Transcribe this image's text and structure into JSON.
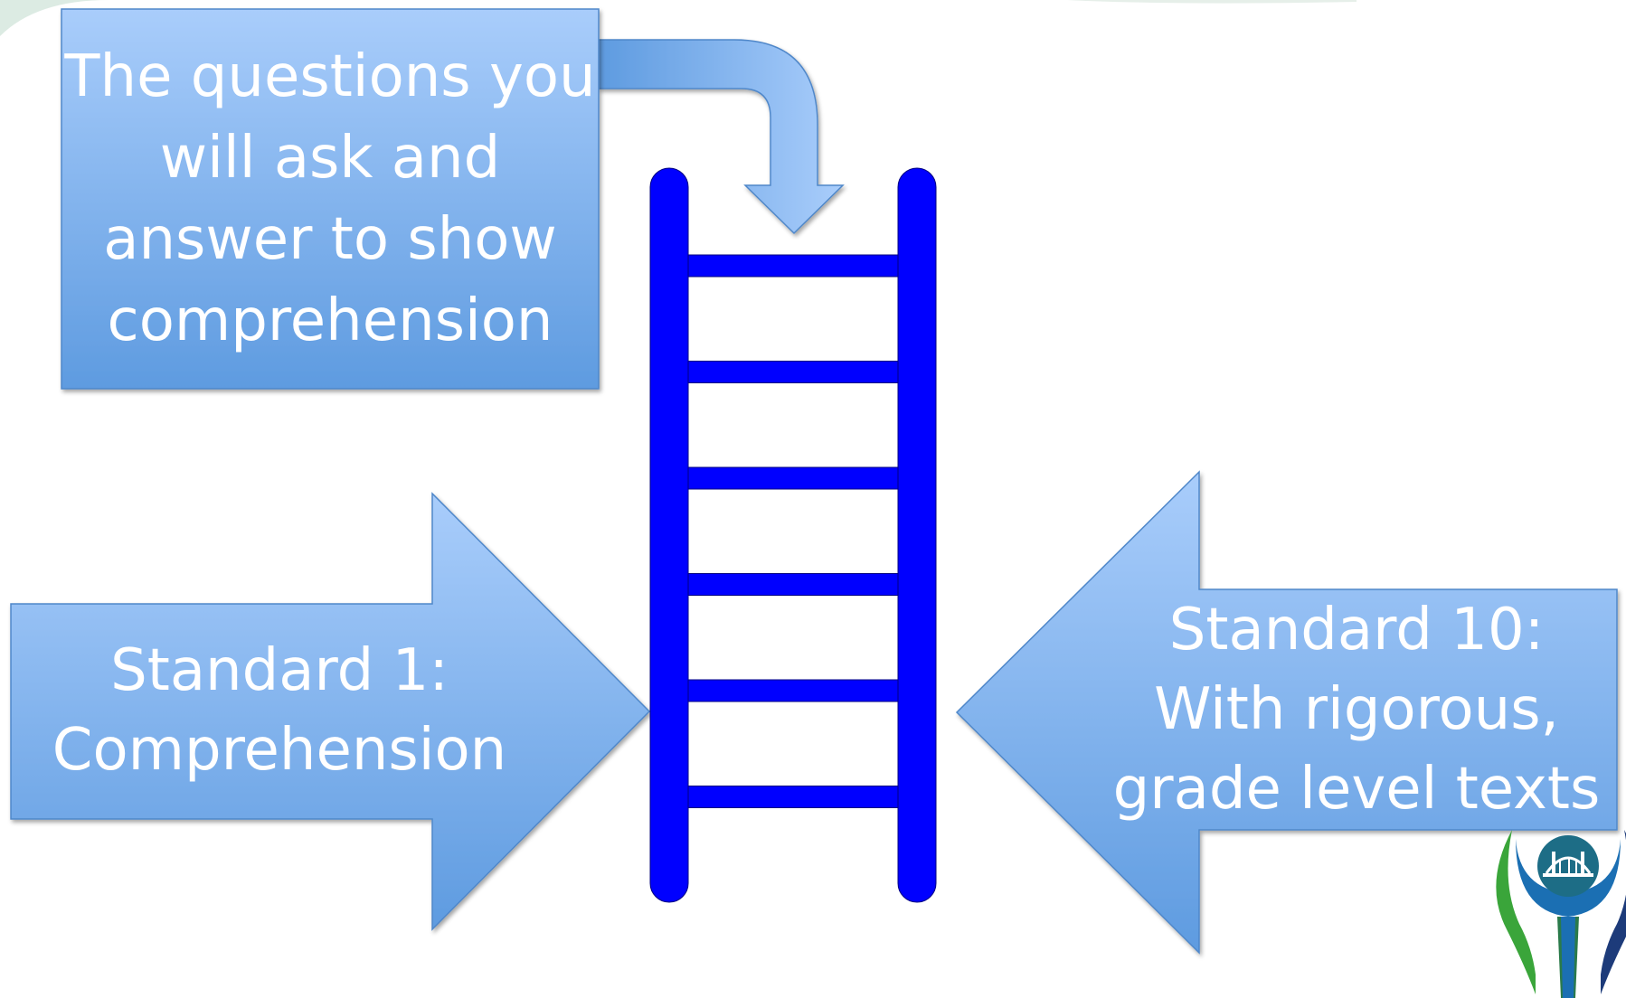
{
  "top_box": {
    "text": "The questions you\nwill ask and\nanswer to show\ncomprehension"
  },
  "left_arrow": {
    "text": "Standard 1:\nComprehension"
  },
  "right_arrow": {
    "text": "Standard 10:\nWith rigorous,\ngrade level texts"
  },
  "ladder": {
    "rung_count": 6
  },
  "colors": {
    "box_top": "#a9cdfb",
    "box_bottom": "#5e9be0",
    "ladder": "#0000ff",
    "logo_green": "#3aa53a",
    "logo_blue": "#1b6fb3",
    "logo_navy": "#1d3b7a"
  },
  "icons": {
    "logo": "bridge-logo-icon"
  }
}
